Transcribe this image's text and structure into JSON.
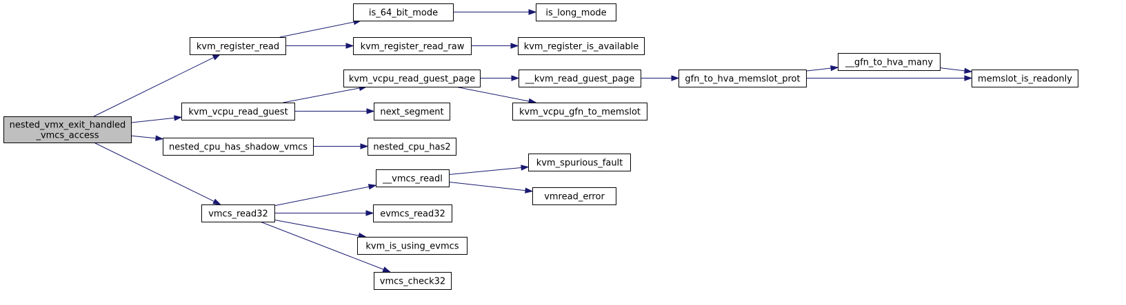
{
  "graph": {
    "type": "call-graph",
    "colors": {
      "edge": "#191970",
      "root_fill": "#bfbfbf",
      "node_fill": "#ffffff",
      "border": "#000000"
    },
    "nodes": [
      {
        "id": "root",
        "lines": [
          "nested_vmx_exit_handled",
          "_vmcs_access"
        ],
        "root": true
      },
      {
        "id": "kvm_register_read",
        "lines": [
          "kvm_register_read"
        ]
      },
      {
        "id": "kvm_vcpu_read_guest",
        "lines": [
          "kvm_vcpu_read_guest"
        ]
      },
      {
        "id": "nested_cpu_has_shadow_vmcs",
        "lines": [
          "nested_cpu_has_shadow_vmcs"
        ]
      },
      {
        "id": "vmcs_read32",
        "lines": [
          "vmcs_read32"
        ]
      },
      {
        "id": "is_64_bit_mode",
        "lines": [
          "is_64_bit_mode"
        ]
      },
      {
        "id": "kvm_register_read_raw",
        "lines": [
          "kvm_register_read_raw"
        ]
      },
      {
        "id": "kvm_vcpu_read_guest_page",
        "lines": [
          "kvm_vcpu_read_guest_page"
        ]
      },
      {
        "id": "next_segment",
        "lines": [
          "next_segment"
        ]
      },
      {
        "id": "nested_cpu_has2",
        "lines": [
          "nested_cpu_has2"
        ]
      },
      {
        "id": "__vmcs_readl",
        "lines": [
          "__vmcs_readl"
        ]
      },
      {
        "id": "evmcs_read32",
        "lines": [
          "evmcs_read32"
        ]
      },
      {
        "id": "kvm_is_using_evmcs",
        "lines": [
          "kvm_is_using_evmcs"
        ]
      },
      {
        "id": "vmcs_check32",
        "lines": [
          "vmcs_check32"
        ]
      },
      {
        "id": "is_long_mode",
        "lines": [
          "is_long_mode"
        ]
      },
      {
        "id": "kvm_register_is_available",
        "lines": [
          "kvm_register_is_available"
        ]
      },
      {
        "id": "__kvm_read_guest_page",
        "lines": [
          "__kvm_read_guest_page"
        ]
      },
      {
        "id": "kvm_vcpu_gfn_to_memslot",
        "lines": [
          "kvm_vcpu_gfn_to_memslot"
        ]
      },
      {
        "id": "kvm_spurious_fault",
        "lines": [
          "kvm_spurious_fault"
        ]
      },
      {
        "id": "vmread_error",
        "lines": [
          "vmread_error"
        ]
      },
      {
        "id": "gfn_to_hva_memslot_prot",
        "lines": [
          "gfn_to_hva_memslot_prot"
        ]
      },
      {
        "id": "__gfn_to_hva_many",
        "lines": [
          "__gfn_to_hva_many"
        ]
      },
      {
        "id": "memslot_is_readonly",
        "lines": [
          "memslot_is_readonly"
        ]
      }
    ],
    "edges": [
      [
        "root",
        "kvm_register_read"
      ],
      [
        "root",
        "kvm_vcpu_read_guest"
      ],
      [
        "root",
        "nested_cpu_has_shadow_vmcs"
      ],
      [
        "root",
        "vmcs_read32"
      ],
      [
        "kvm_register_read",
        "is_64_bit_mode"
      ],
      [
        "kvm_register_read",
        "kvm_register_read_raw"
      ],
      [
        "is_64_bit_mode",
        "is_long_mode"
      ],
      [
        "kvm_register_read_raw",
        "kvm_register_is_available"
      ],
      [
        "kvm_vcpu_read_guest",
        "kvm_vcpu_read_guest_page"
      ],
      [
        "kvm_vcpu_read_guest",
        "next_segment"
      ],
      [
        "kvm_vcpu_read_guest_page",
        "__kvm_read_guest_page"
      ],
      [
        "kvm_vcpu_read_guest_page",
        "kvm_vcpu_gfn_to_memslot"
      ],
      [
        "__kvm_read_guest_page",
        "gfn_to_hva_memslot_prot"
      ],
      [
        "gfn_to_hva_memslot_prot",
        "__gfn_to_hva_many"
      ],
      [
        "gfn_to_hva_memslot_prot",
        "memslot_is_readonly"
      ],
      [
        "__gfn_to_hva_many",
        "memslot_is_readonly"
      ],
      [
        "nested_cpu_has_shadow_vmcs",
        "nested_cpu_has2"
      ],
      [
        "vmcs_read32",
        "__vmcs_readl"
      ],
      [
        "vmcs_read32",
        "evmcs_read32"
      ],
      [
        "vmcs_read32",
        "kvm_is_using_evmcs"
      ],
      [
        "vmcs_read32",
        "vmcs_check32"
      ],
      [
        "__vmcs_readl",
        "kvm_spurious_fault"
      ],
      [
        "__vmcs_readl",
        "vmread_error"
      ]
    ]
  }
}
